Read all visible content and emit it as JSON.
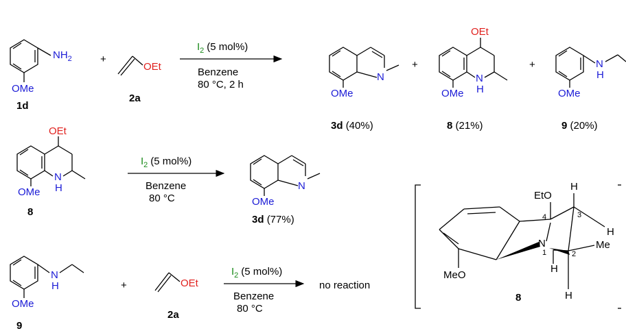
{
  "colors": {
    "nitrogen": "#1b1bd6",
    "oxygen": "#e0201d",
    "catalyst": "#1a8a1a"
  },
  "row1": {
    "reactant1": {
      "id": "1d",
      "substituent": "OMe",
      "group": "NH",
      "sub2": "2"
    },
    "plus": "+",
    "reactant2": {
      "id": "2a",
      "group": "OEt"
    },
    "catalyst": {
      "symbol": "I",
      "sub": "2",
      "loading": "(5 mol%)"
    },
    "solvent": "Benzene",
    "conditions": "80 °C, 2 h",
    "products": [
      {
        "id": "3d",
        "yield": "(40%)",
        "N": "N",
        "OMe": "OMe"
      },
      {
        "id": "8",
        "yield": "(21%)",
        "N": "N",
        "H": "H",
        "OEt": "OEt",
        "OMe": "OMe"
      },
      {
        "id": "9",
        "yield": "(20%)",
        "N": "N",
        "H": "H",
        "OMe": "OMe"
      }
    ]
  },
  "row2": {
    "reactant": {
      "id": "8",
      "OEt": "OEt",
      "N": "N",
      "H": "H",
      "OMe": "OMe"
    },
    "catalyst": {
      "symbol": "I",
      "sub": "2",
      "loading": "(5 mol%)"
    },
    "solvent": "Benzene",
    "conditions": "80 °C",
    "product": {
      "id": "3d",
      "yield": "(77%)",
      "N": "N",
      "OMe": "OMe"
    }
  },
  "row3": {
    "reactant1": {
      "id": "9",
      "N": "N",
      "H": "H",
      "OMe": "OMe"
    },
    "plus": "+",
    "reactant2": {
      "id": "2a",
      "group": "OEt"
    },
    "catalyst": {
      "symbol": "I",
      "sub": "2",
      "loading": "(5 mol%)"
    },
    "solvent": "Benzene",
    "conditions": "80 °C",
    "result": "no reaction"
  },
  "conformer": {
    "id": "8",
    "EtO": "EtO",
    "MeO": "MeO",
    "N": "N",
    "H_N": "H",
    "H3a": "H",
    "H3b": "H",
    "H2": "H",
    "Me": "Me",
    "pos1": "1",
    "pos2": "2",
    "pos3": "3",
    "pos4": "4"
  }
}
